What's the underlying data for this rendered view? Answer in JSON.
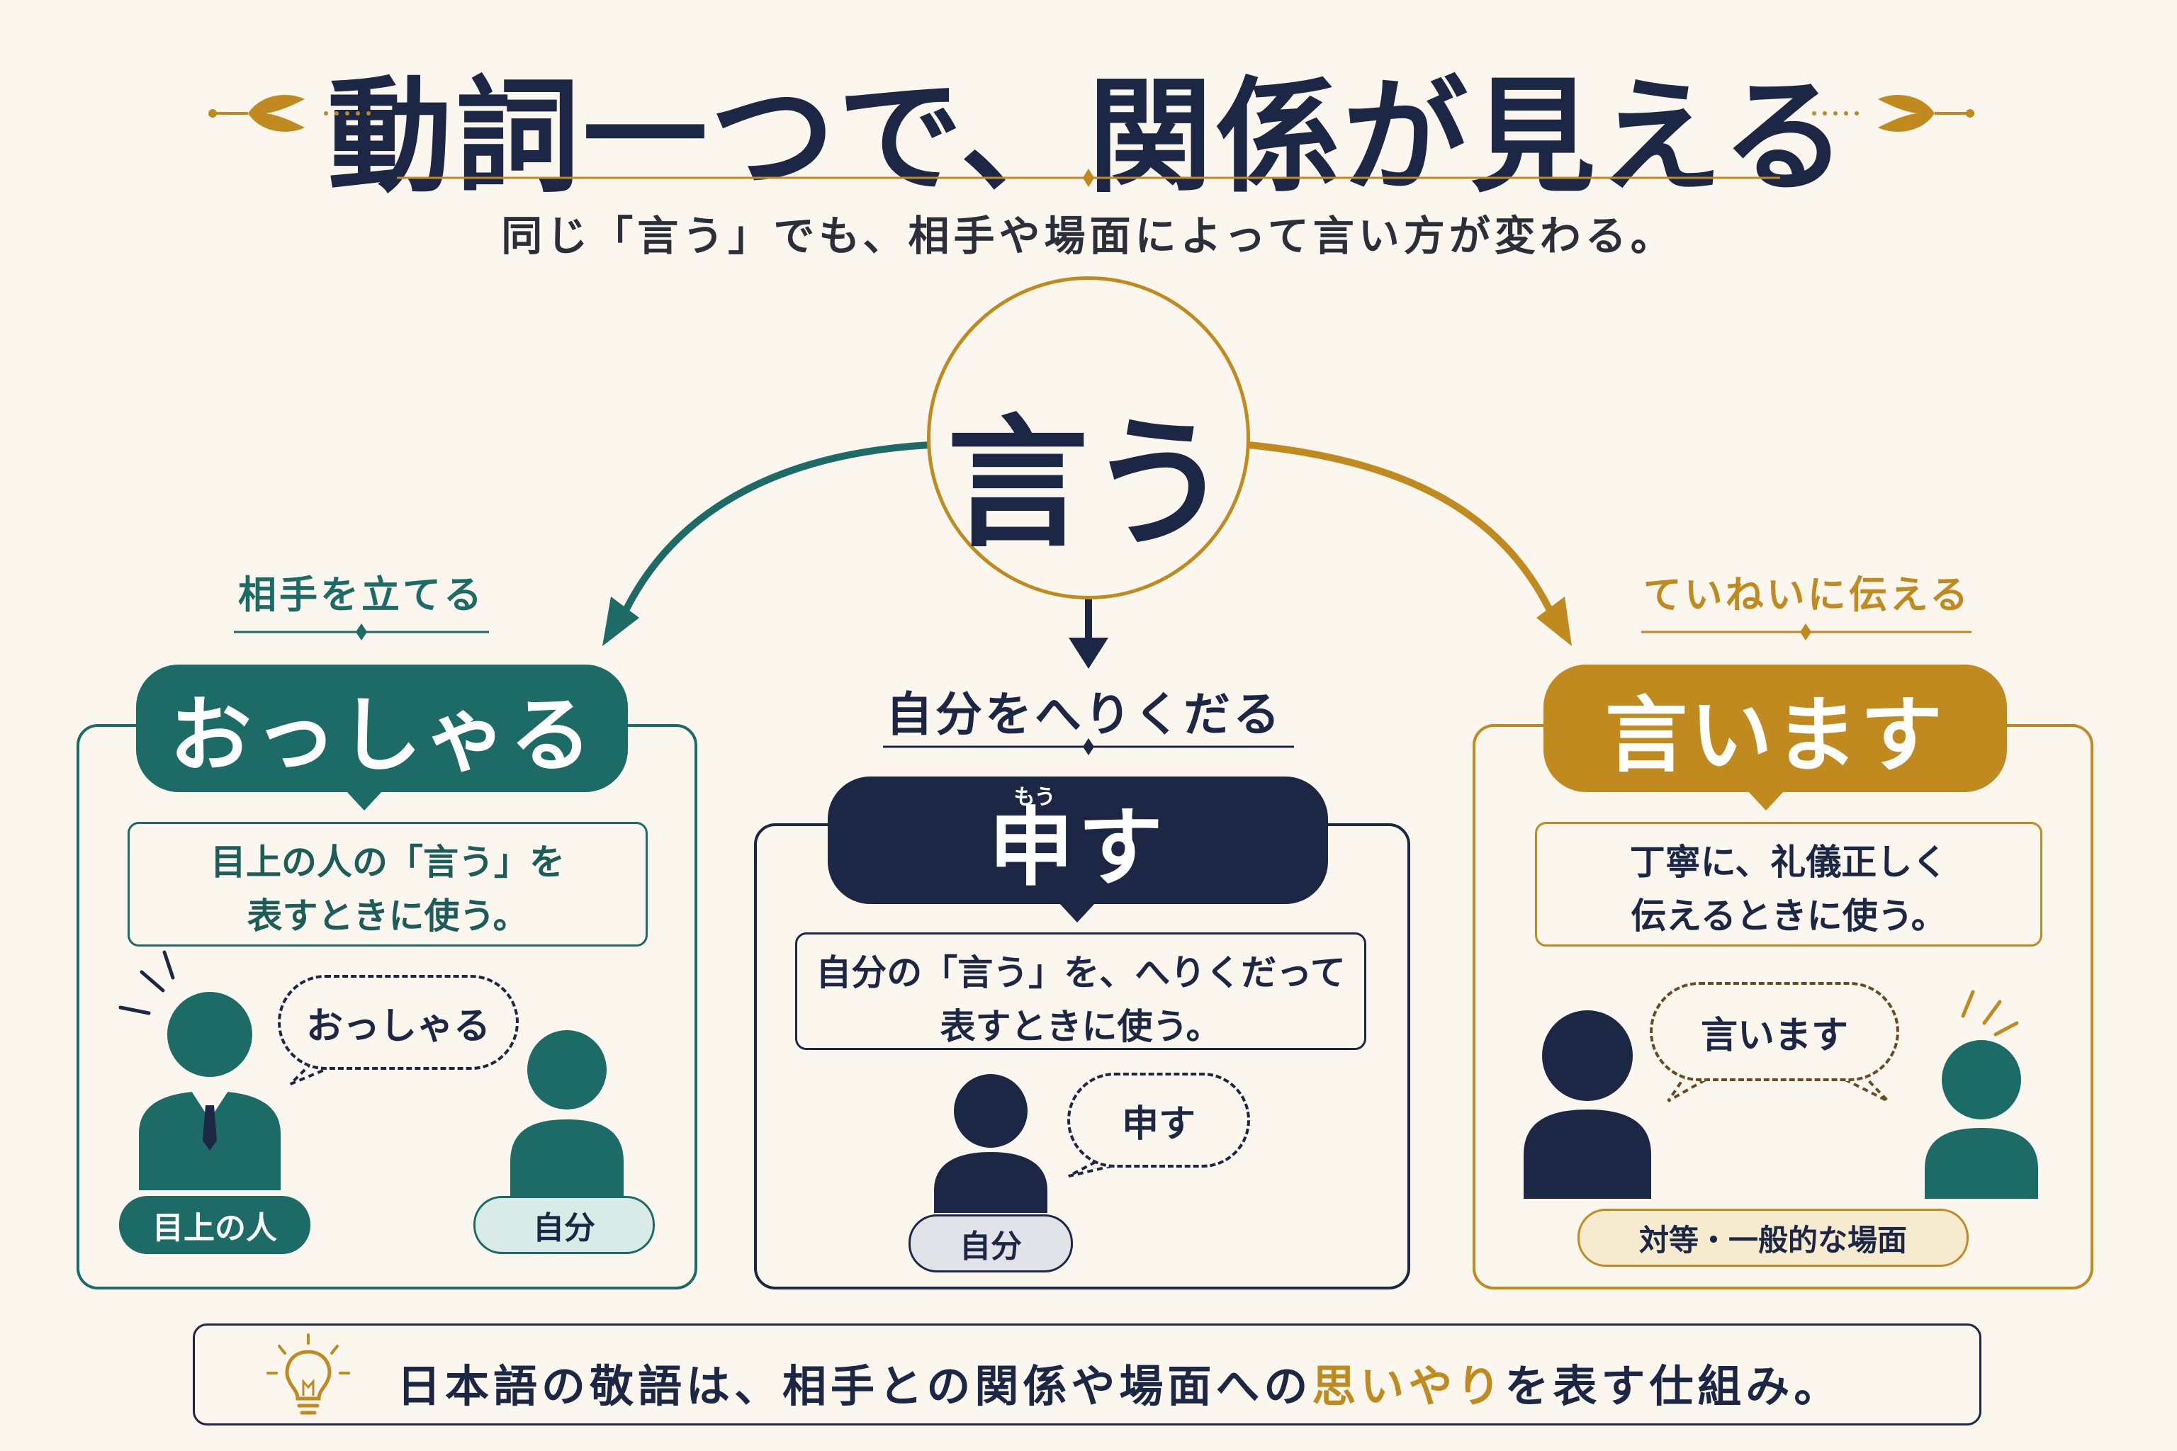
{
  "header": {
    "title": "動詞一つで、関係が見える",
    "subtitle": "同じ「言う」でも、相手や場面によって言い方が変わる。"
  },
  "center": {
    "word": "言う"
  },
  "left": {
    "label": "相手を立てる",
    "verb": "おっしゃる",
    "description_line1": "目上の人の「言う」を",
    "description_line2": "表すときに使う。",
    "bubble": "おっしゃる",
    "tag_speaker": "目上の人",
    "tag_listener": "自分"
  },
  "middle": {
    "label": "自分をへりくだる",
    "verb": "申す",
    "furigana": "もう",
    "description_line1": "自分の「言う」を、へりくだって",
    "description_line2": "表すときに使う。",
    "bubble": "申す",
    "tag_speaker": "自分"
  },
  "right": {
    "label": "ていねいに伝える",
    "verb": "言います",
    "description_line1": "丁寧に、礼儀正しく",
    "description_line2": "伝えるときに使う。",
    "bubble": "言います",
    "tag_scene": "対等・一般的な場面"
  },
  "footer": {
    "text_before": "日本語の敬語は、相手との関係や場面への",
    "text_highlight": "思いやり",
    "text_after": "を表す仕組み。"
  },
  "colors": {
    "teal": "#1c6b66",
    "navy": "#1c2745",
    "gold": "#c08a1e",
    "background": "#fbf7ee"
  },
  "icons": [
    "leaf-ornament-icon",
    "person-icon",
    "speech-bubble-icon",
    "lightbulb-icon",
    "arrow-icon",
    "emphasis-lines-icon"
  ]
}
